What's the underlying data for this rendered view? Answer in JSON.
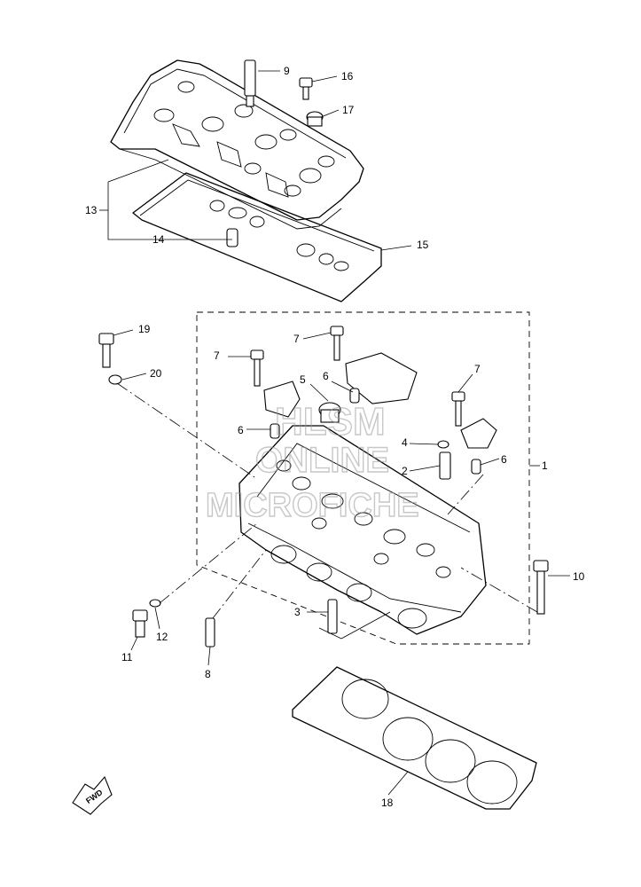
{
  "diagram": {
    "callouts": [
      {
        "id": "c1",
        "text": "1"
      },
      {
        "id": "c2",
        "text": "2"
      },
      {
        "id": "c3",
        "text": "3"
      },
      {
        "id": "c4",
        "text": "4"
      },
      {
        "id": "c5",
        "text": "5"
      },
      {
        "id": "c6a",
        "text": "6"
      },
      {
        "id": "c6b",
        "text": "6"
      },
      {
        "id": "c6c",
        "text": "6"
      },
      {
        "id": "c7a",
        "text": "7"
      },
      {
        "id": "c7b",
        "text": "7"
      },
      {
        "id": "c7c",
        "text": "7"
      },
      {
        "id": "c8",
        "text": "8"
      },
      {
        "id": "c9",
        "text": "9"
      },
      {
        "id": "c10",
        "text": "10"
      },
      {
        "id": "c11",
        "text": "11"
      },
      {
        "id": "c12",
        "text": "12"
      },
      {
        "id": "c13",
        "text": "13"
      },
      {
        "id": "c14",
        "text": "14"
      },
      {
        "id": "c15",
        "text": "15"
      },
      {
        "id": "c16",
        "text": "16"
      },
      {
        "id": "c17",
        "text": "17"
      },
      {
        "id": "c18",
        "text": "18"
      },
      {
        "id": "c19",
        "text": "19"
      },
      {
        "id": "c20",
        "text": "20"
      }
    ],
    "fwd_label": "FWD",
    "watermark": {
      "line1": "HLSM",
      "line2": "ONLINE",
      "line3": "MICROFICHE"
    }
  }
}
